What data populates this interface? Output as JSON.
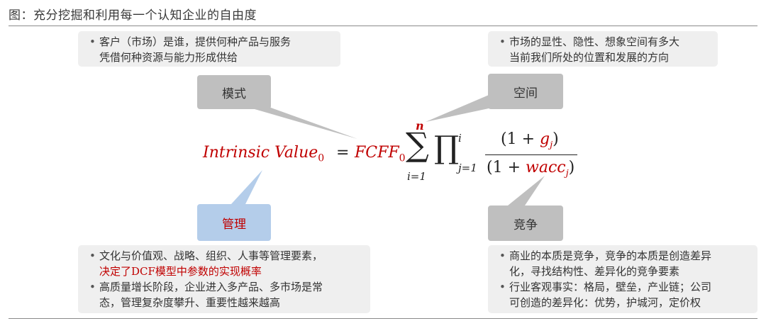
{
  "title": "图：充分挖掘和利用每一个认知企业的自由度",
  "model": {
    "label": "模式",
    "bullets": [
      [
        "客户（市场）是谁，提供何种产品与服务",
        "凭借何种资源与能力形成供给"
      ]
    ]
  },
  "space": {
    "label": "空间",
    "bullets": [
      [
        "市场的显性、隐性、想象空间有多大",
        "当前我们所处的位置和发展的方向"
      ]
    ]
  },
  "management": {
    "label": "管理",
    "bullet1_line1": "文化与价值观、战略、组织、人事等管理要素，",
    "bullet1_line2": "决定了DCF模型中参数的实现概率",
    "bullet2_line1": "高质量增长阶段，企业进入多产品、多市场是常",
    "bullet2_line2": "态，管理复杂度攀升、重要性越来越高"
  },
  "competition": {
    "label": "竞争",
    "bullets": [
      [
        "商业的本质是竞争，竞争的本质是创造差异",
        "化，寻找结构性、差异化的竞争要素"
      ],
      [
        "行业客观事实：格局，壁垒，产业链；公司",
        "可创造的差异化：优势，护城河，定价权"
      ]
    ]
  },
  "formula": {
    "lhs": "Intrinsic Value",
    "lhs_sub": "0",
    "equals": "=",
    "fcff": "FCFF",
    "fcff_sub": "0",
    "sum_symbol": "∑",
    "sum_upper": "n",
    "sum_lower": "i=1",
    "prod_symbol": "∏",
    "prod_upper": "i",
    "prod_lower": "j=1",
    "num_open": "(1 + ",
    "num_var": "g",
    "num_sub": "j",
    "num_close": ")",
    "den_open": "(1 + ",
    "den_var": "wacc",
    "den_sub": "j",
    "den_close": ")"
  },
  "colors": {
    "accent_red": "#c00000",
    "tag_gray": "#bfbfbf",
    "tag_blue": "#b4cdea",
    "box_bg": "#efefef"
  }
}
